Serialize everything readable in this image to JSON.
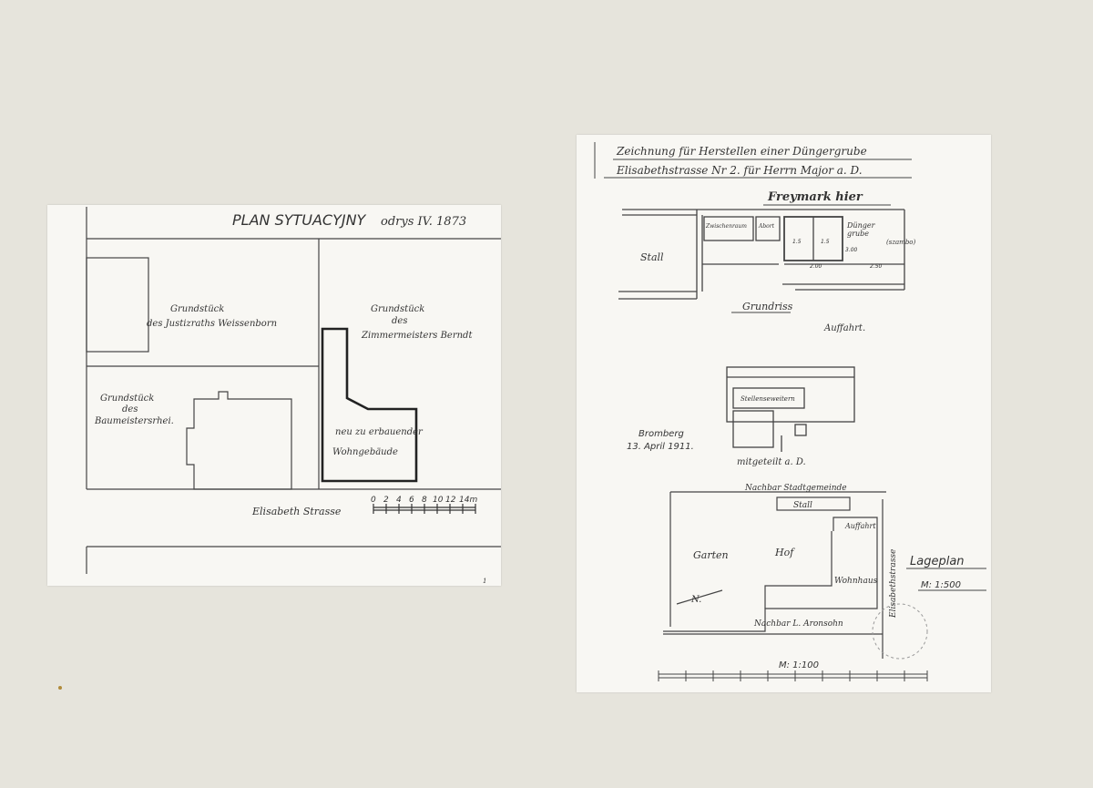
{
  "left_plan": {
    "title": "PLAN SYTUACYJNY",
    "title_note": "odrys IV. 1873",
    "parcel_north_west": [
      "Grundstück",
      "des Justizraths Weissenborn"
    ],
    "parcel_north_east": [
      "Grundstück",
      "des",
      "Zimmermeisters Berndt"
    ],
    "parcel_west": [
      "Grundstück",
      "des",
      "Baumeistersrhei."
    ],
    "new_building": [
      "neu zu erbauender",
      "Wohngebäude"
    ],
    "street": "Elisabeth  Strasse",
    "scale_ticks": [
      "0",
      "2",
      "4",
      "6",
      "8",
      "10",
      "12",
      "14m"
    ],
    "page_mark": "1"
  },
  "right_plan": {
    "title_line1": "Zeichnung für Herstellen einer Düngergrube",
    "title_line2": "Elisabethstrasse Nr 2. für Herrn Major a. D.",
    "title_line3": "Freymark hier",
    "upper": {
      "stall": "Stall",
      "room1": "Zwischenraum",
      "room2": "Abort",
      "duengergrube": [
        "Dünger",
        "grube",
        "(szambo)"
      ],
      "dims": [
        "2.00",
        "2.50",
        "1.5",
        "3.00",
        "1.5"
      ],
      "grundriss": "Grundriss",
      "auffahrt": "Auffahrt."
    },
    "middle": {
      "label": "Stellenseweitern",
      "place_date": [
        "Bromberg",
        "13. April 1911."
      ],
      "signature": "mitgeteilt a. D."
    },
    "lageplan": {
      "top_neighbor": "Nachbar Stadtgemeinde",
      "stall": "Stall",
      "auffahrt": "Auffahrt",
      "garten": "Garten",
      "hof": "Hof",
      "wohnhaus": "Wohnhaus",
      "north": "N.",
      "bottom_neighbor": "Nachbar L. Aronsohn",
      "street": "Elisabethstrasse",
      "title": "Lageplan",
      "scale": "M: 1:500",
      "bottom_scale": "M: 1:100"
    }
  }
}
